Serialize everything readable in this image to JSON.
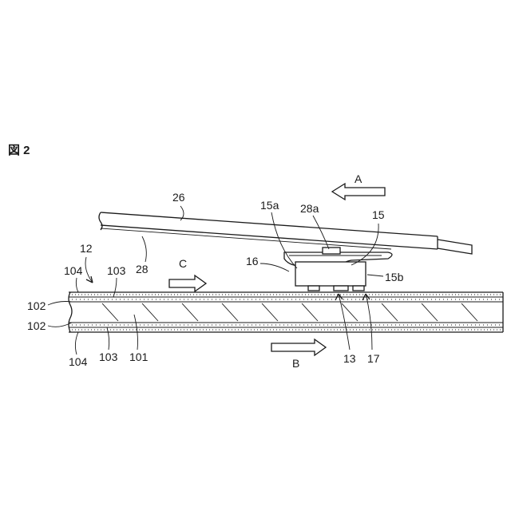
{
  "figure_title": "図 2",
  "labels": {
    "l26": "26",
    "l28": "28",
    "l28a": "28a",
    "l15": "15",
    "l15a": "15a",
    "l15b": "15b",
    "l16": "16",
    "l13": "13",
    "l17": "17",
    "l12": "12",
    "l104_top": "104",
    "l103_top": "103",
    "l102_top": "102",
    "l102_bottom": "102",
    "l104_bottom": "104",
    "l103_bottom": "103",
    "l101": "101"
  },
  "arrows": {
    "a": "A",
    "b": "B",
    "c": "C"
  }
}
